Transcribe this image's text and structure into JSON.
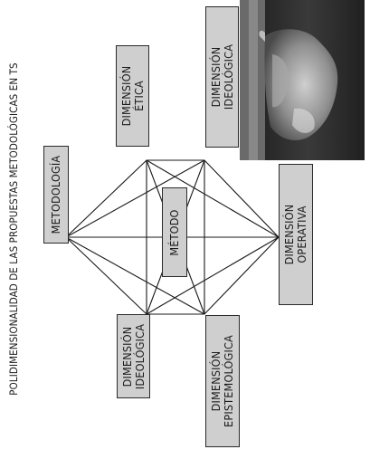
{
  "title": "POLIDIMENSIONALIDAD DE LAS PROPUESTAS METODOLÓGICAS EN TS",
  "center": {
    "label": "MÉTODO"
  },
  "nodes": {
    "metodologia": {
      "lines": [
        "METODOLOGÍA"
      ]
    },
    "etica": {
      "lines": [
        "DIMENSIÓN",
        "ÉTICA"
      ]
    },
    "ideologica_top": {
      "lines": [
        "DIMENSIÓN",
        "IDEOLÓGICA"
      ]
    },
    "operativa": {
      "lines": [
        "DIMENSIÓN",
        "OPERATIVA"
      ]
    },
    "ideologica_bottom": {
      "lines": [
        "DIMENSIÓN",
        "IDEOLÓGICA"
      ]
    },
    "epistemologica": {
      "lines": [
        "DIMENSIÓN",
        "EPISTEMOLÓGICA"
      ]
    }
  },
  "colors": {
    "box_fill": "#cfcfcf",
    "box_border": "#2a2a2a",
    "line": "#1a1a1a",
    "photo_bg": "#2b2b2b"
  },
  "icons": {
    "photo": "rock-formation-photo"
  }
}
